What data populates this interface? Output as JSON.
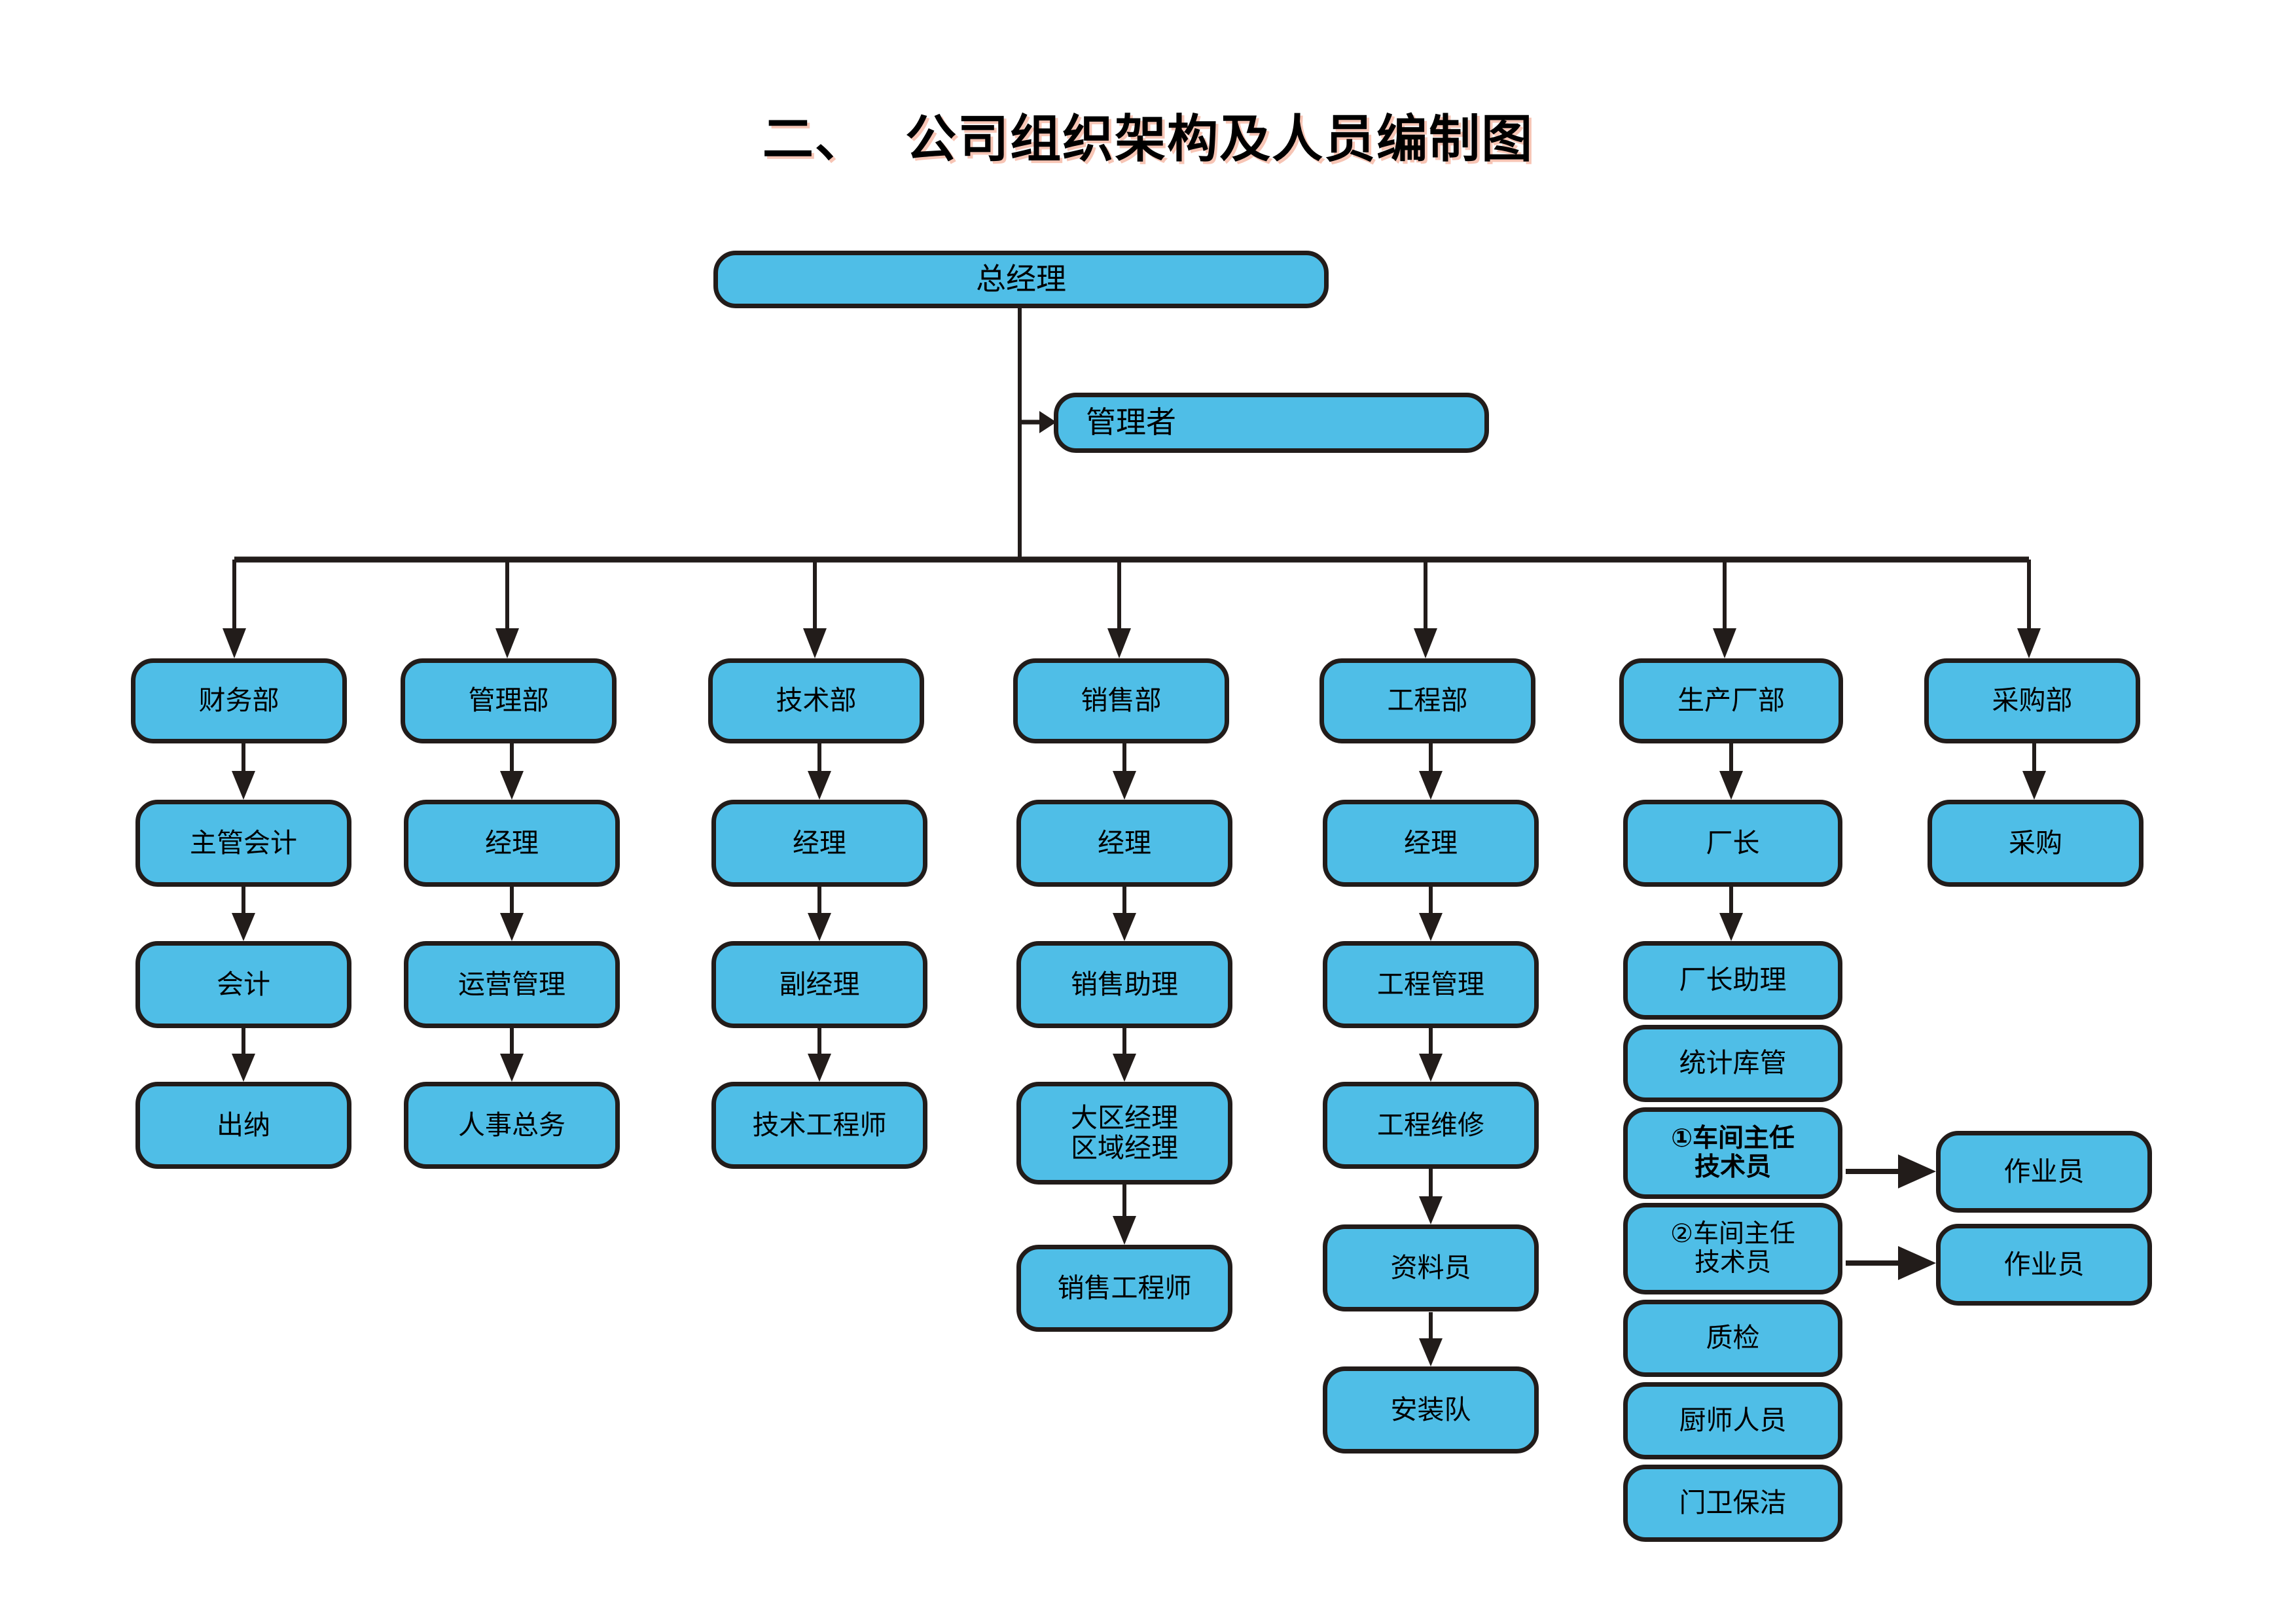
{
  "title": "二、  公司组织架构及人员编制图",
  "colors": {
    "node_fill": "#4FBEE7",
    "node_border": "#221C1A",
    "text": "#000000",
    "background": "#FFFFFF",
    "title_shadow": "#F09678"
  },
  "chart_data": {
    "type": "diagram",
    "title": "二、  公司组织架构及人员编制图",
    "root": {
      "id": "gm",
      "label": "总经理"
    },
    "staff": {
      "id": "manager",
      "label": "管理者"
    },
    "departments": [
      {
        "id": "finance",
        "label": "财务部",
        "chain": [
          "主管会计",
          "会计",
          "出纳"
        ]
      },
      {
        "id": "admin",
        "label": "管理部",
        "chain": [
          "经理",
          "运营管理",
          "人事总务"
        ]
      },
      {
        "id": "tech",
        "label": "技术部",
        "chain": [
          "经理",
          "副经理",
          "技术工程师"
        ]
      },
      {
        "id": "sales",
        "label": "销售部",
        "chain": [
          "经理",
          "销售助理",
          "大区经理\n区域经理",
          "销售工程师"
        ]
      },
      {
        "id": "engineering",
        "label": "工程部",
        "chain": [
          "经理",
          "工程管理",
          "工程维修",
          "资料员",
          "安装队"
        ]
      },
      {
        "id": "production",
        "label": "生产厂部",
        "chain": [
          "厂长",
          "厂长助理",
          "统计库管",
          "①车间主任\n技术员",
          "②车间主任\n技术员",
          "质检",
          "厨师人员",
          "门卫保洁"
        ]
      },
      {
        "id": "purchasing",
        "label": "采购部",
        "chain": [
          "采购"
        ]
      }
    ],
    "side_nodes": [
      {
        "id": "operator1",
        "label": "作业员",
        "from": "①车间主任\n技术员"
      },
      {
        "id": "operator2",
        "label": "作业员",
        "from": "②车间主任\n技术员"
      }
    ]
  },
  "nodes": {
    "gm": "总经理",
    "manager": "管理者",
    "dept_finance": "财务部",
    "dept_admin": "管理部",
    "dept_tech": "技术部",
    "dept_sales": "销售部",
    "dept_engineering": "工程部",
    "dept_production": "生产厂部",
    "dept_purchasing": "采购部",
    "fin_1": "主管会计",
    "fin_2": "会计",
    "fin_3": "出纳",
    "adm_1": "经理",
    "adm_2": "运营管理",
    "adm_3": "人事总务",
    "tec_1": "经理",
    "tec_2": "副经理",
    "tec_3": "技术工程师",
    "sal_1": "经理",
    "sal_2": "销售助理",
    "sal_3": "大区经理\n区域经理",
    "sal_4": "销售工程师",
    "eng_1": "经理",
    "eng_2": "工程管理",
    "eng_3": "工程维修",
    "eng_4": "资料员",
    "eng_5": "安装队",
    "pro_1": "厂长",
    "pro_2": "厂长助理",
    "pro_3": "统计库管",
    "pro_4": "①车间主任\n技术员",
    "pro_5": "②车间主任\n技术员",
    "pro_6": "质检",
    "pro_7": "厨师人员",
    "pro_8": "门卫保洁",
    "pur_1": "采购",
    "op_1": "作业员",
    "op_2": "作业员"
  }
}
